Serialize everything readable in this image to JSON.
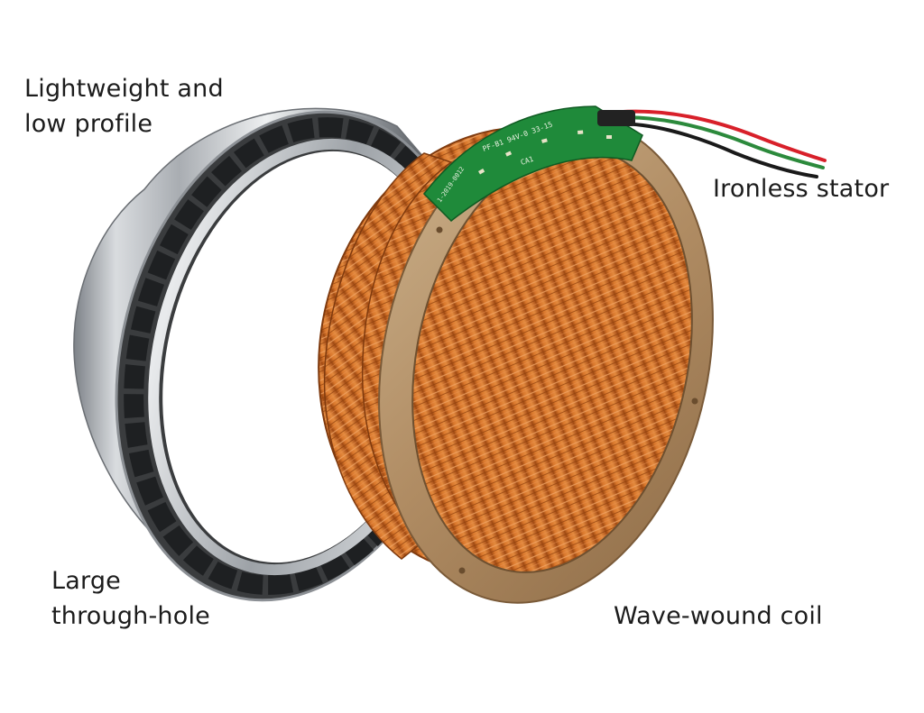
{
  "callouts": {
    "lightweight": [
      "Lightweight and",
      "low profile"
    ],
    "through_hole": [
      "Large",
      "through-hole"
    ],
    "ironless": "Ironless stator",
    "wave": "Wave-wound coil"
  },
  "pcb_text": {
    "line1": "PF-B1 94V-0 33-15",
    "line2": "CA1",
    "line3": "1-2019-0012"
  },
  "colors": {
    "background": "#ffffff",
    "steel": "#b8bcc2",
    "magnet": "#2a2c2e",
    "copper": "#c8671f",
    "resin": "#b79770",
    "pcb": "#1f8a3a",
    "wire_red": "#d8202a",
    "wire_green": "#2c8a3c",
    "wire_black": "#1a1a1a"
  }
}
